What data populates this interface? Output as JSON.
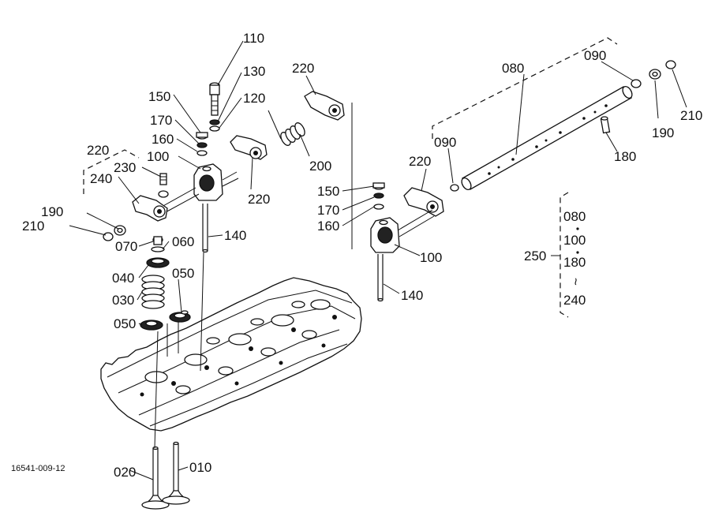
{
  "drawing_number": "16541-009-12",
  "labels": {
    "l110": "110",
    "l130": "130",
    "l120": "120",
    "l150a": "150",
    "l170a": "170",
    "l160a": "160",
    "l100a": "100",
    "l220a": "220",
    "l230": "230",
    "l240a": "240",
    "l220b": "220",
    "l220c": "220",
    "l200": "200",
    "l190a": "190",
    "l210a": "210",
    "l070": "070",
    "l060": "060",
    "l140a": "140",
    "l040": "040",
    "l050a": "050",
    "l030": "030",
    "l050b": "050",
    "l020": "020",
    "l010": "010",
    "l150b": "150",
    "l170b": "170",
    "l160b": "160",
    "l100b": "100",
    "l140b": "140",
    "l220d": "220",
    "l090a": "090",
    "l080a": "080",
    "l090b": "090",
    "l190b": "190",
    "l210b": "210",
    "l180": "180",
    "l250": "250",
    "k080": "080",
    "k100": "100",
    "k180": "180",
    "ktilde": "~",
    "k240": "240"
  }
}
